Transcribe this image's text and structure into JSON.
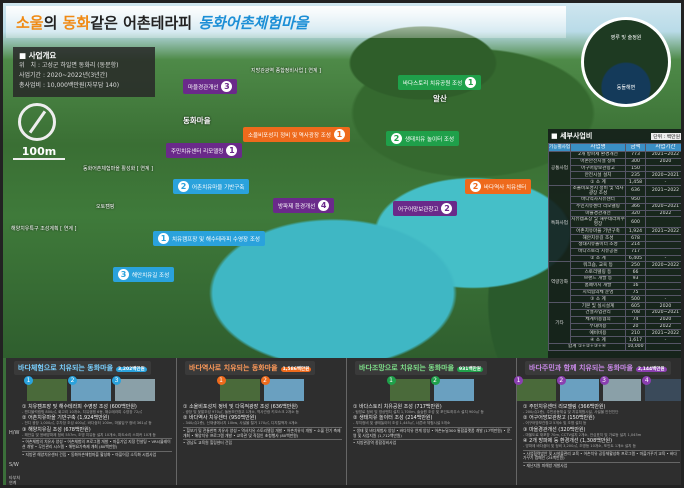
{
  "title": {
    "part1": "소울",
    "part2": "의 ",
    "part3": "동화",
    "part4": "같은 어촌테라피",
    "script": "동화어촌체험마을"
  },
  "overview": {
    "heading": "사업개요",
    "location": "위　치 : 고성군 하일면 동화리 (동문항)",
    "period": "사업기간 : 2020~2022년(3년간)",
    "budget": "총사업비 : 10,000백만원(자부담 140)"
  },
  "scale": "100m",
  "places": {
    "village": "동화마을",
    "mountain": "알산"
  },
  "notes": [
    "지방관광역 종합정비사업 [ 연계 ]",
    "동화어촌체험마을 활성화 [ 연계 ]",
    "해양치유특구 조성계획 [ 연계 ]",
    "오토캠핑"
  ],
  "map_labels": {
    "purple": [
      {
        "num": "3",
        "text": "마을경관개선"
      },
      {
        "num": "1",
        "text": "주민치유센터 리모델링"
      },
      {
        "num": "4",
        "text": "방파제 환경개선"
      },
      {
        "num": "2",
        "text": "어구어망보관창고"
      }
    ],
    "orange": [
      {
        "num": "1",
        "text": "소울비포성지 정비 및 역사광장 조성"
      },
      {
        "num": "2",
        "text": "바다역사 치유센터"
      }
    ],
    "green": [
      {
        "num": "1",
        "text": "바다스토리 치유공원 조성"
      },
      {
        "num": "2",
        "text": "생태치유 놀이터 조성"
      }
    ],
    "blue": [
      {
        "num": "2",
        "text": "어촌치유마을 기반구축"
      },
      {
        "num": "1",
        "text": "치유캠프장 및 해수테라피 수영장 조성"
      },
      {
        "num": "3",
        "text": "해안치유길 조성"
      }
    ]
  },
  "inset": {
    "top": "영루 및 술정원",
    "bottom": "동돌해변"
  },
  "detail": {
    "heading": "세부사업비",
    "unit": "단위 : 백만원",
    "headers": [
      "기능별사업",
      "사업명",
      "금액",
      "사업기간"
    ],
    "groups": [
      {
        "name": "공통사업",
        "rows": [
          [
            "2개 방파제 환경개선",
            "773",
            "2021~2022"
          ],
          [
            "어촌안전시설 정비",
            "300",
            "2020"
          ],
          [
            "어구어망보관창고",
            "150",
            ""
          ],
          [
            "안전시설 설치",
            "235",
            "2020~2021"
          ],
          [
            "① 소 계",
            "1,458",
            "-"
          ]
        ]
      },
      {
        "name": "특화사업",
        "rows": [
          [
            "소울비포성지 정비 및 역사광장 조성",
            "636",
            "2021~2022"
          ],
          [
            "바다역사치유센터",
            "950",
            ""
          ],
          [
            "주민치유센터 리모델링",
            "366",
            "2020~2021"
          ],
          [
            "마을경관개선",
            "320",
            "2022"
          ],
          [
            "치유캠프장 및 해수테라피수영장",
            "600",
            ""
          ],
          [
            "어촌치유마을 기반구축",
            "1,924",
            "2021~2022"
          ],
          [
            "해안치유길 조성",
            "678",
            ""
          ],
          [
            "생태치유놀이터 조성",
            "214",
            ""
          ],
          [
            "바다스토리 치유공원",
            "717",
            ""
          ],
          [
            "② 소 계",
            "6,405",
            "-"
          ]
        ]
      },
      {
        "name": "역량강화",
        "rows": [
          [
            "워크숍, 교육 등",
            "250",
            "2020~2022"
          ],
          [
            "스토리텔링 등",
            "66",
            ""
          ],
          [
            "브랜드 개발 등",
            "93",
            ""
          ],
          [
            "홈페이지 개발",
            "16",
            ""
          ],
          [
            "지역협의체 운영",
            "75",
            ""
          ],
          [
            "③ 소 계",
            "500",
            "-"
          ]
        ]
      },
      {
        "name": "기타",
        "rows": [
          [
            "기본 및 실시설계",
            "605",
            "2020"
          ],
          [
            "건설사업관리",
            "708",
            "2020~2021"
          ],
          [
            "체계이용협의",
            "74",
            "2020"
          ],
          [
            "부대비용",
            "20",
            "2022"
          ],
          [
            "예비비용",
            "210",
            "2021~2022"
          ],
          [
            "④ 소 계",
            "1,617",
            "-"
          ]
        ]
      }
    ],
    "total": {
      "label": "합계 ①+②+③+④",
      "amount": "10,000"
    }
  },
  "row_labels": [
    "H/W",
    "S/W",
    "타부처 연계"
  ],
  "panels": [
    {
      "title": "바다체험으로 치유되는 동화마을",
      "budget": "3,202백만원",
      "color": "#2aa2dc",
      "photos": [
        "1",
        "2",
        "3"
      ],
      "hw": [
        [
          "① 치유캠프장 및 해수테라피 수영장 조성 (600백만원)",
          "- 캔디블럭캠핑 800㎡, 회고리 10개소, 치유캠핑 6동, 해수테라피 수영장 72㎡"
        ],
        [
          "② 어촌치유마을 기반구축 (1,924백만원)",
          "- 전디 광장 1,000㎡, 주차장 조성 400㎡, 바다쉼터 100m, 마을입구 정비 361㎡ 등"
        ],
        [
          "③ 해양치유길 조성 (678백만원)",
          "- 해안길 및 윤배방파제 정비 557m, 조명 치유등 설치 10개소, 파도소리 스피커 10개 등"
        ]
      ],
      "sw": "• 어촌체험의 치유사 양성 • 어촌체험의 프로그램 개발 • 마을기업 지정 컨설팅 • VR시뮬레이션 개발 • 무인관리 시스템 • 해변요가축제 개최 (80백만원)",
      "ex": "• 지방관 해양치유센터 건립 • 동화어촌체험마을 활성화 • 마을어장 소득화 시범사업"
    },
    {
      "title": "바다역사로 치유되는 동화마을",
      "budget": "1,586백만원",
      "color": "#ee6a1c",
      "photos": [
        "1",
        "2"
      ],
      "hw": [
        [
          "① 소울비포성지 정비 및 다목적광장 조성 (636백만원)",
          "- 광장 및 꽃밭조성 970㎡, 돌동보관창고 1개소, 역사관광 키오스크 2개소 등"
        ],
        [
          "② 바다역사 치유센터 (950백만원)",
          "- 340㎡(2층), 신재생에너지 10kw, 사설물 철거 170㎡, 디지털액자 4개소"
        ]
      ],
      "sw": "• 힐보기 및 전통한복 치유사 양성 • 역사치유 스토리텔링 개발 • 어촌치유식 개발 • 소울 전기 축제 개최 • 해양치유 프로그램 개발 • 교육관 및 직접인 초청행사 (80백만원)",
      "ex": "• 경남도 교육원 힐링센터 건립"
    },
    {
      "title": "바다조망으로 치유되는 동화마을",
      "budget": "931백만원",
      "color": "#1fa04a",
      "photos": [
        "1",
        "2"
      ],
      "hw": [
        [
          "① 바다스토리 치유공원 조성 (717백만원)",
          "- 탐방로 정비 및 영상벤치 설치 1,700m, 솔숲원 조성 및 포인트하우스 설치 900㎡ 등"
        ],
        [
          "② 생태치유 놀이터 조성 (214백만원)",
          "- 부지정비 및 생태놀이터 조성 1,445㎡, 너른바 체험시설 5개소"
        ]
      ],
      "sw": "• 생태 및 바다체험사 양성 • 바다치유 연계 양성 • 어촌뉴딜300 통합플랫폼 개발 (17백만원) • 운영 및 사업지원 (1,712백만원)",
      "ex": "• 지방관광역 종합정비사업"
    },
    {
      "title": "바다주민과 함께 치유되는 동화마을",
      "budget": "2,144백만원",
      "color": "#8a3fb0",
      "photos": [
        "1",
        "2",
        "3",
        "4"
      ],
      "hw": [
        [
          "① 주민치유센터 리모델링 (366백만원)",
          "- 200㎡(2층), 주민공동체실 및 치유체험시설, 사설물 안전진단"
        ],
        [
          "② 어구어망보관창고 (150백만원)",
          "- 어구어망보관창고 5개소 및 조명 설치 등"
        ],
        [
          "③ 마을경관개선 (320백만원)",
          "- 마을도로 재포장 70m, CCTV설치 2개소, 안심표지 및 가로등 설치 1,045m"
        ],
        [
          "④ 2개 방파제 등 환경개선 (1,308백만원)",
          "- 방파제 바다쉼터 및 정비 3,200㎡, 조명등 10개소, 포인트 1개소 설치 등"
        ]
      ],
      "sw": "• 사업협력방안 및 시설물관리 교육 • 어촌치유 공동체활성화 프로그램 • 마을가꾸기 교육 • 바다가꾸기 캠페인 (24백만원)",
      "ex": "• 재난지원 피해방 개발사업"
    }
  ]
}
